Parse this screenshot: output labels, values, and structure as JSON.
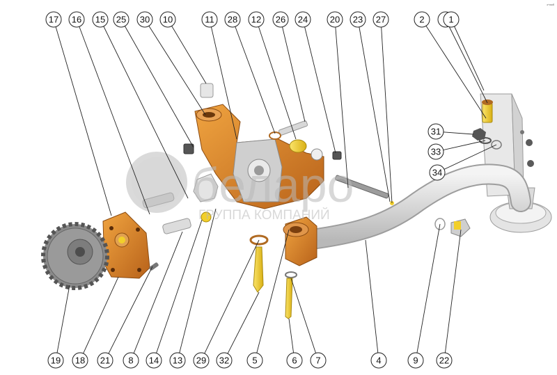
{
  "labels_top": [
    "17",
    "16",
    "15",
    "25",
    "30",
    "10",
    "11",
    "28",
    "12",
    "26",
    "24",
    "20",
    "23",
    "27",
    "2",
    "3",
    "1"
  ],
  "labels_bottom": [
    "19",
    "18",
    "21",
    "8",
    "14",
    "13",
    "29",
    "32",
    "5",
    "6",
    "7",
    "4",
    "9",
    "22"
  ],
  "labels_right": [
    "31",
    "33",
    "34"
  ],
  "watermark": {
    "brand": "беларо",
    "subtitle": "ГРУППА КОМПАНИЙ"
  },
  "corner_mark": "з+кмб",
  "colors": {
    "orange": "#d9821f",
    "yellow": "#f2cf2a",
    "grey_part": "#dcdcdc",
    "gear": "#8a8a8a",
    "leader": "#222222"
  }
}
